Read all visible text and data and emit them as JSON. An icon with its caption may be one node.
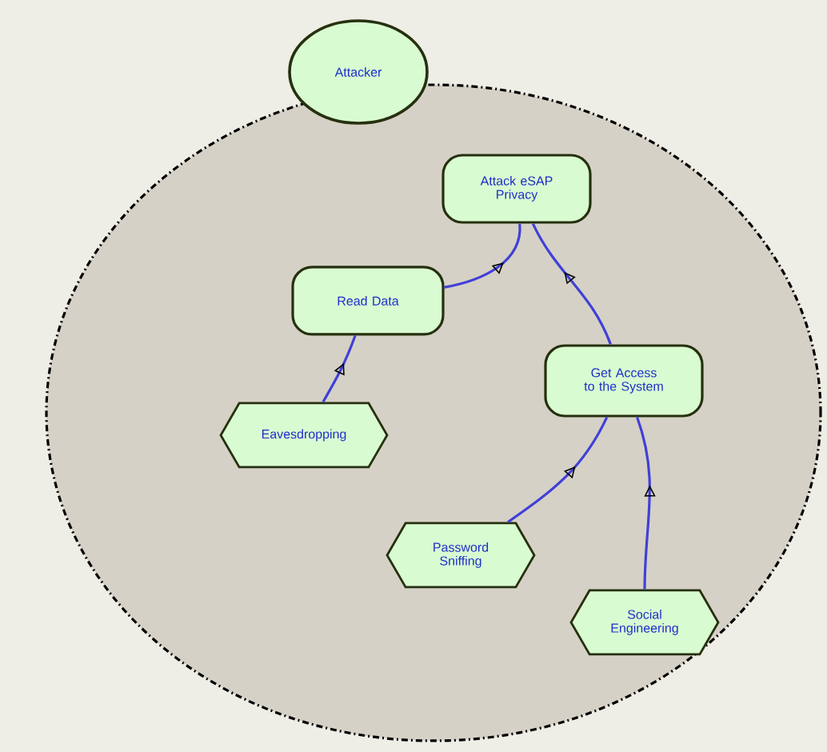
{
  "diagram": {
    "nodes": [
      {
        "text": [],
        "shape": "circle"
      },
      {
        "text": [
          "Attacker"
        ]
      },
      {
        "text": [
          "Attack eSAP Privacy"
        ],
        "in": 0
      },
      {
        "text": [
          "Read Data"
        ],
        "in": 0
      },
      {
        "text": [
          "Eavesdropping"
        ],
        "in": 0
      },
      {
        "text": [
          "Get Access to the System"
        ],
        "in": 0
      },
      {
        "text": [
          "Password Sniffing"
        ],
        "in": 0
      },
      {
        "text": [
          "Social Engineering"
        ],
        "in": 0
      }
    ],
    "edges": [
      {
        "from": 3,
        "to": 2,
        "arrow": "to"
      },
      {
        "from": 4,
        "to": 3,
        "arrow": "to"
      },
      {
        "from": 5,
        "to": 2,
        "arrow": "to"
      },
      {
        "from": 6,
        "to": 5,
        "arrow": "to"
      },
      {
        "from": 7,
        "to": 5,
        "arrow": "to"
      }
    ]
  }
}
